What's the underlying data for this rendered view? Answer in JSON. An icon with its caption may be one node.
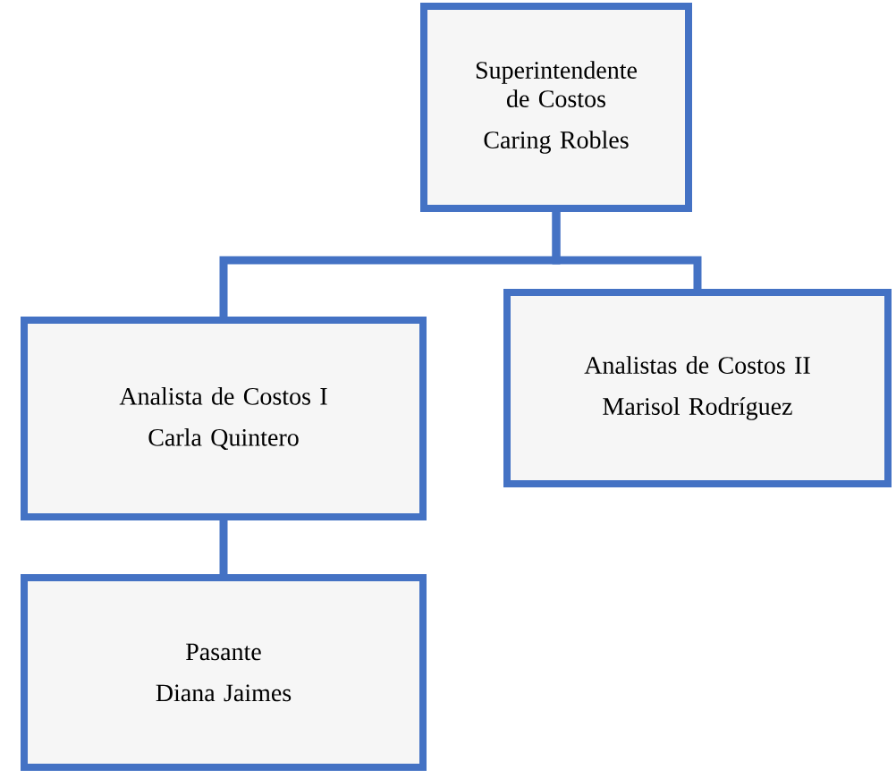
{
  "diagram": {
    "nodes": [
      {
        "text": [
          "Superintendente de Costos",
          "Caring Robles"
        ]
      },
      {
        "text": [
          "Analista de Costos I",
          "Carla Quintero"
        ]
      },
      {
        "text": [
          "Analistas de Costos II",
          "Marisol Rodríguez"
        ]
      },
      {
        "text": [
          "Pasante",
          "Diana Jaimes"
        ]
      }
    ],
    "edges": [
      {
        "from": 0,
        "to": 1,
        "arrow": "none"
      },
      {
        "from": 0,
        "to": 2,
        "arrow": "none"
      },
      {
        "from": 1,
        "to": 3,
        "arrow": "none"
      }
    ]
  }
}
